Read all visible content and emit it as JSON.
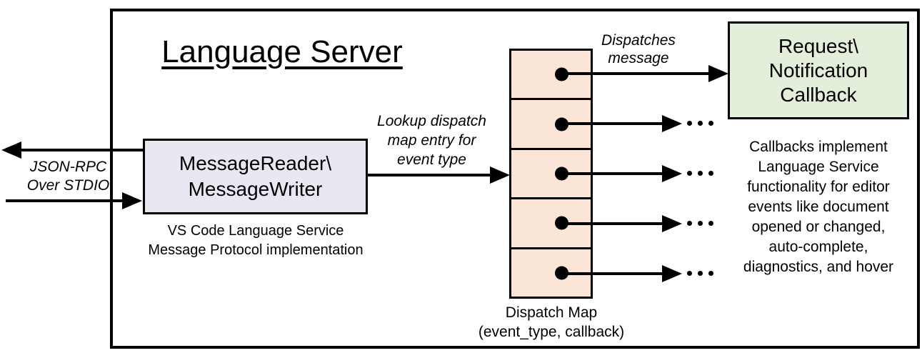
{
  "diagram": {
    "title": "Language Server",
    "stdio_label": {
      "line1": "JSON-RPC",
      "line2": "Over STDIO"
    },
    "reader_box": {
      "line1": "MessageReader\\",
      "line2": "MessageWriter"
    },
    "reader_caption": {
      "line1": "VS Code Language Service",
      "line2": "Message Protocol implementation"
    },
    "lookup_label": {
      "line1": "Lookup dispatch",
      "line2": "map entry for",
      "line3": "event type"
    },
    "dispatch_label": {
      "line1": "Dispatches",
      "line2": "message"
    },
    "callback_box": {
      "line1": "Request\\",
      "line2": "Notification",
      "line3": "Callback"
    },
    "map_caption": {
      "line1": "Dispatch Map",
      "line2": "(event_type, callback)"
    },
    "note_lines": [
      "Callbacks implement",
      "Language Service",
      "functionality for editor",
      "events like document",
      "opened or changed,",
      "auto-complete,",
      "diagnostics, and hover"
    ],
    "colors": {
      "stroke": "#000000",
      "background": "#FFFFFF",
      "reader_fill": "#E9E8F2",
      "dispatch_map_fill": "#FBE5D6",
      "callback_fill": "#E3EFDA"
    }
  }
}
